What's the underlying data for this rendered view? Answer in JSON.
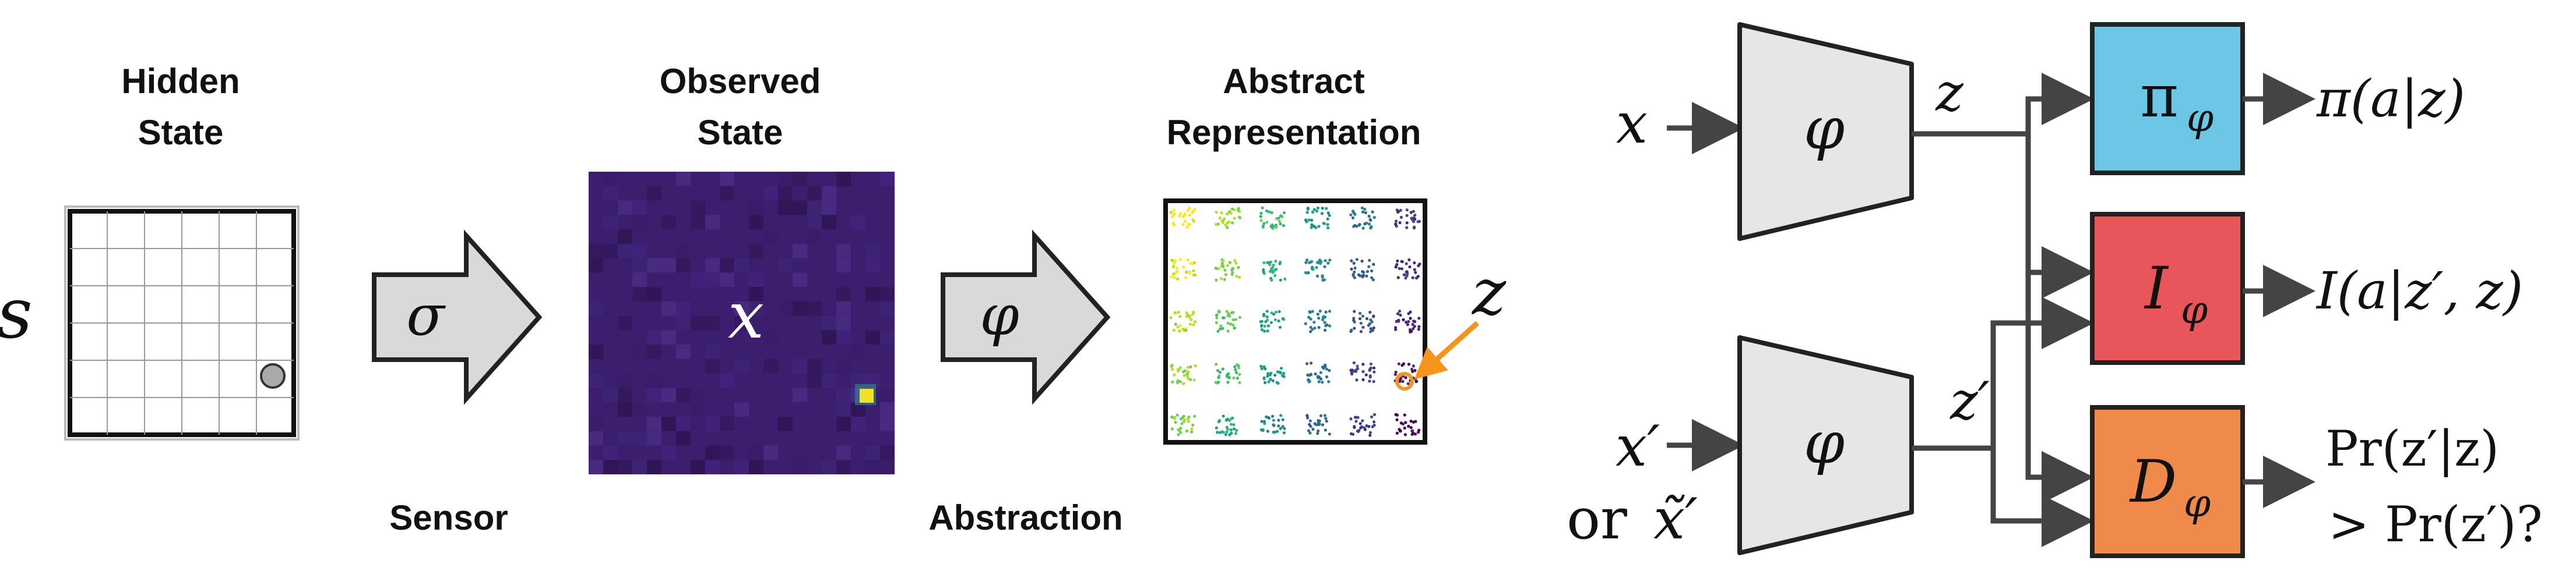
{
  "left_panel": {
    "hidden_state_label": [
      "Hidden",
      "State"
    ],
    "hidden_state_symbol": "s",
    "sensor_symbol": "σ",
    "sensor_label": "Sensor",
    "observed_state_label": [
      "Observed",
      "State"
    ],
    "observed_symbol": "x",
    "abstraction_symbol": "φ",
    "abstraction_label": "Abstraction",
    "abstract_rep_label": [
      "Abstract",
      "Representation"
    ],
    "z_symbol": "z",
    "grid": {
      "rows": 6,
      "cols": 6
    },
    "colors": {
      "observed_bg": "#3b1f6e",
      "highlight": "#f4e02a",
      "pointer": "#f7941d"
    }
  },
  "right_panel": {
    "x_input": "x",
    "x_prime_input": "x′",
    "or_label": "or",
    "x_tilde_prime": "x̃′",
    "encoder_symbol": "φ",
    "z_out": "z",
    "z_prime_out": "z′",
    "heads": [
      {
        "symbol": "π",
        "sub": "φ",
        "output": "π(a|z)",
        "color": "#6ec6e6"
      },
      {
        "symbol": "I",
        "sub": "φ",
        "output": "I(a|z′, z)",
        "color": "#e9565a"
      },
      {
        "symbol": "D",
        "sub": "φ",
        "output_line1": "Pr(z′|z)",
        "output_line2": "> Pr(z′)?",
        "color": "#f08a4b"
      }
    ]
  }
}
